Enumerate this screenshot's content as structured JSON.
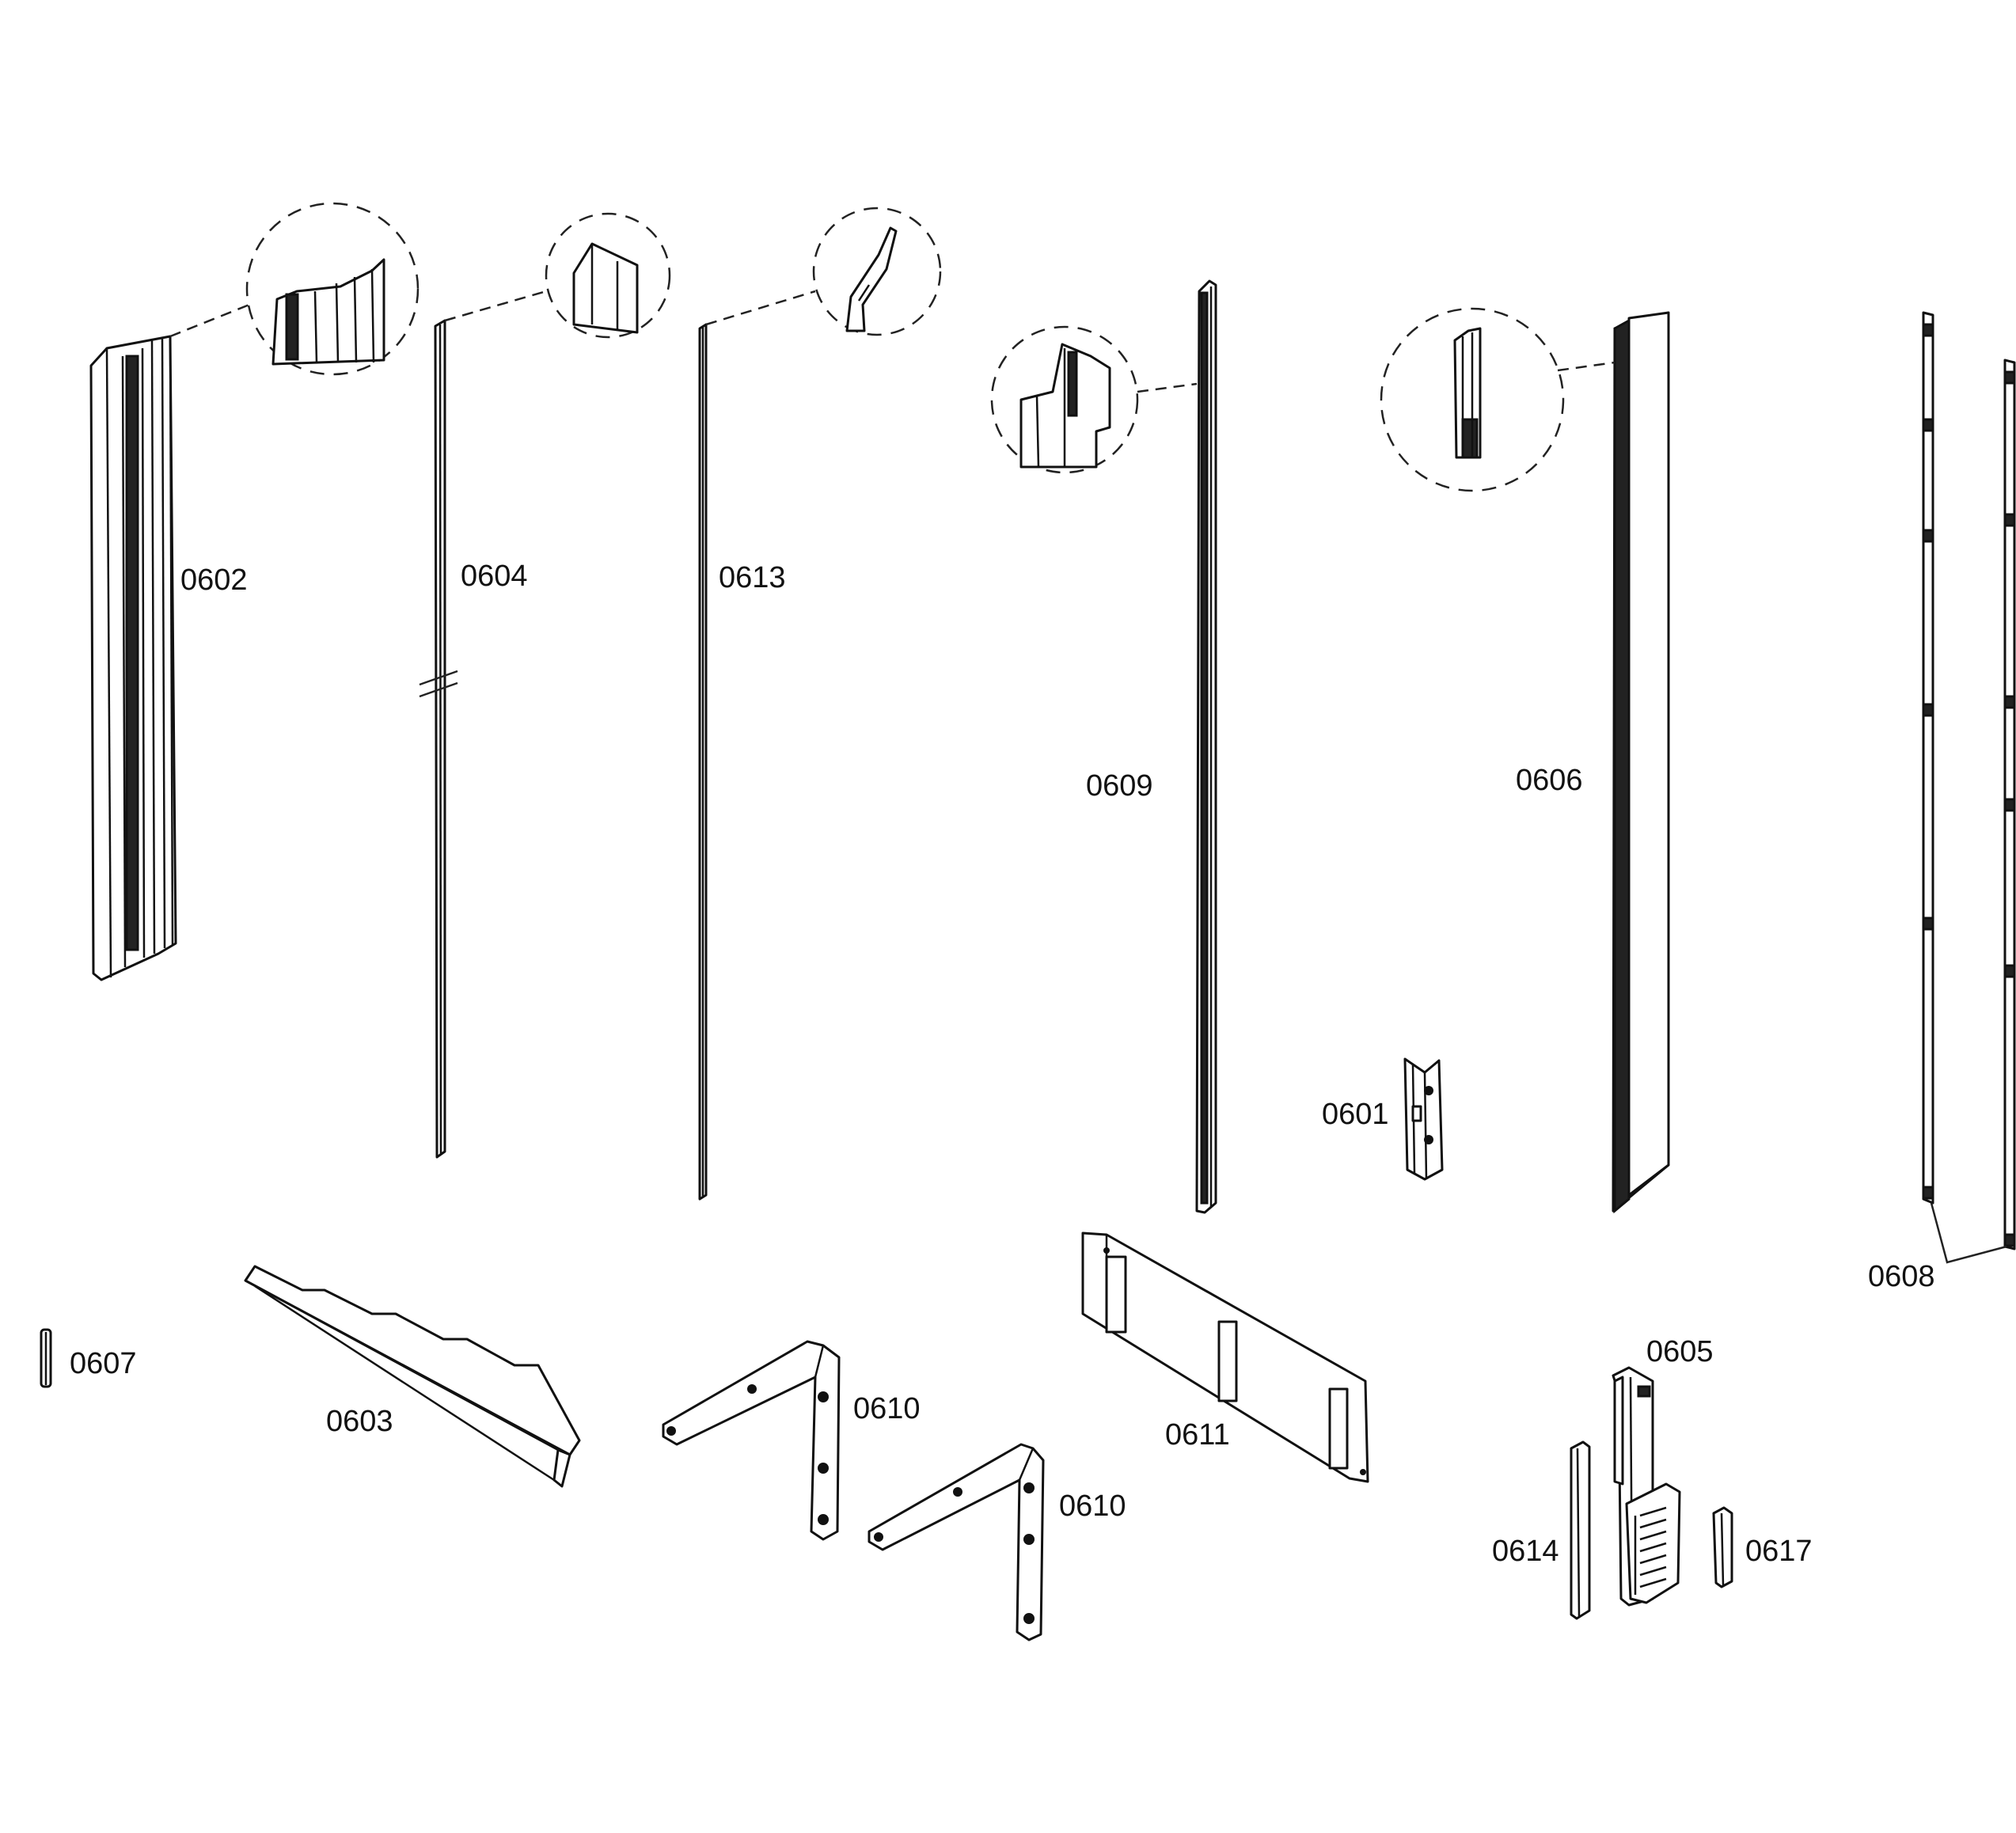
{
  "parts": [
    {
      "id": "part-0602",
      "label": "0602"
    },
    {
      "id": "part-0604",
      "label": "0604"
    },
    {
      "id": "part-0613",
      "label": "0613"
    },
    {
      "id": "part-0609",
      "label": "0609"
    },
    {
      "id": "part-0606",
      "label": "0606"
    },
    {
      "id": "part-0601",
      "label": "0601"
    },
    {
      "id": "part-0608",
      "label": "0608"
    },
    {
      "id": "part-0607",
      "label": "0607"
    },
    {
      "id": "part-0603",
      "label": "0603"
    },
    {
      "id": "part-0610-a",
      "label": "0610"
    },
    {
      "id": "part-0610-b",
      "label": "0610"
    },
    {
      "id": "part-0611",
      "label": "0611"
    },
    {
      "id": "part-0605",
      "label": "0605"
    },
    {
      "id": "part-0614",
      "label": "0614"
    },
    {
      "id": "part-0617",
      "label": "0617"
    }
  ]
}
